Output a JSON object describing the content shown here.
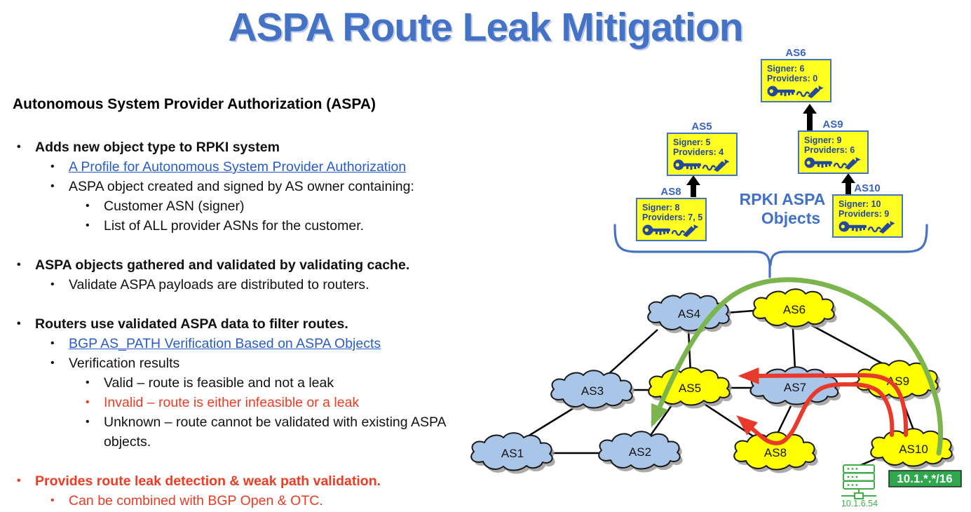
{
  "slide": {
    "title": "ASPA Route Leak Mitigation"
  },
  "content": {
    "heading": "Autonomous System Provider Authorization (ASPA)",
    "bullets": [
      {
        "level": 1,
        "style": "bold",
        "text": "Adds new object type to RPKI system"
      },
      {
        "level": 2,
        "style": "link",
        "text": "A Profile for Autonomous System Provider Authorization"
      },
      {
        "level": 2,
        "style": "normal",
        "text": "ASPA object created and signed by AS owner containing:"
      },
      {
        "level": 3,
        "style": "normal",
        "text": "Customer ASN (signer)"
      },
      {
        "level": 3,
        "style": "normal",
        "text": "List of ALL provider ASNs for the customer."
      },
      {
        "level": 1,
        "style": "bold",
        "text": "ASPA objects gathered and validated by validating cache."
      },
      {
        "level": 2,
        "style": "normal",
        "text": "Validate ASPA payloads are distributed to routers."
      },
      {
        "level": 1,
        "style": "bold",
        "text": "Routers use validated ASPA data to filter routes."
      },
      {
        "level": 2,
        "style": "link",
        "text": "BGP AS_PATH Verification Based on ASPA Objects"
      },
      {
        "level": 2,
        "style": "normal",
        "text": "Verification results"
      },
      {
        "level": 3,
        "style": "normal",
        "text": "Valid – route is feasible and not a leak"
      },
      {
        "level": 3,
        "style": "red",
        "text": "Invalid – route is either infeasible or a leak"
      },
      {
        "level": 3,
        "style": "normal",
        "text": "Unknown – route cannot be validated with existing ASPA",
        "text2": "objects."
      },
      {
        "level": 1,
        "style": "red-bold",
        "text": "Provides route leak detection & weak path validation."
      },
      {
        "level": 2,
        "style": "red",
        "text": "Can be combined with BGP Open & OTC."
      }
    ],
    "bullet_glyph": "•"
  },
  "aspa_objects": {
    "caption_line1": "RPKI ASPA",
    "caption_line2": "Objects",
    "boxes": [
      {
        "as_label": "AS6",
        "signer": "Signer: 6",
        "providers": "Providers: 0"
      },
      {
        "as_label": "AS5",
        "signer": "Signer: 5",
        "providers": "Providers: 4"
      },
      {
        "as_label": "AS9",
        "signer": "Signer: 9",
        "providers": "Providers: 6"
      },
      {
        "as_label": "AS8",
        "signer": "Signer: 8",
        "providers": "Providers: 7, 5"
      },
      {
        "as_label": "AS10",
        "signer": "Signer: 10",
        "providers": "Providers: 9"
      }
    ]
  },
  "network": {
    "nodes": [
      {
        "label": "AS1",
        "color": "blue"
      },
      {
        "label": "AS2",
        "color": "blue"
      },
      {
        "label": "AS3",
        "color": "blue"
      },
      {
        "label": "AS4",
        "color": "blue"
      },
      {
        "label": "AS5",
        "color": "yellow"
      },
      {
        "label": "AS6",
        "color": "yellow"
      },
      {
        "label": "AS7",
        "color": "blue"
      },
      {
        "label": "AS8",
        "color": "yellow"
      },
      {
        "label": "AS9",
        "color": "yellow"
      },
      {
        "label": "AS10",
        "color": "yellow"
      }
    ],
    "prefix_label": "10.1.*.*/16",
    "server_label": "10.1.6.54"
  },
  "colors": {
    "title_blue": "#4472C4",
    "link_blue": "#2A5CC8",
    "alert_red": "#EE3B23",
    "arrow_red": "#E8392B",
    "arrow_green": "#7CB44E",
    "cloud_blue": "#A9C5E8",
    "cloud_yellow": "#FFFF00",
    "object_box_fill": "#FFFF22",
    "object_box_border": "#4472C4",
    "object_text_navy": "#24489A",
    "prefix_green": "#2FA84D",
    "server_green": "#3FAE49"
  }
}
